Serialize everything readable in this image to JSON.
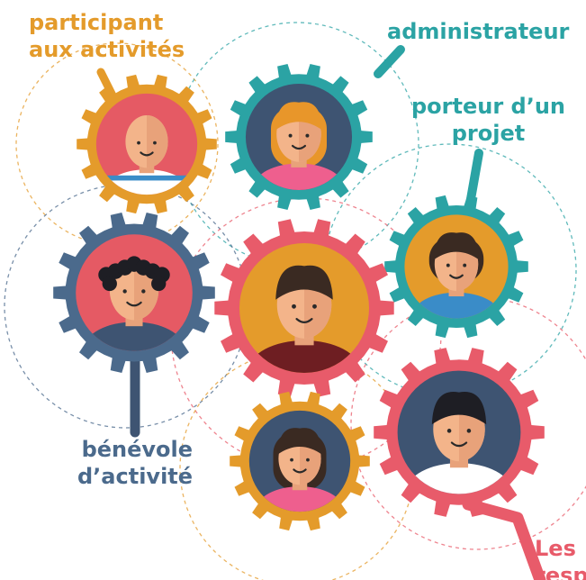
{
  "roles": [
    {
      "key": "participant",
      "lines": [
        "participant",
        "aux activités"
      ],
      "color": "#E49B2B"
    },
    {
      "key": "administrateur",
      "lines": [
        "administrateur"
      ],
      "color": "#2BA3A4"
    },
    {
      "key": "porteur",
      "lines": [
        "porteur d’un",
        "projet"
      ],
      "color": "#2BA3A4"
    },
    {
      "key": "benevole",
      "lines": [
        "bénévole",
        "d’activité"
      ],
      "color": "#4B6A8C"
    },
    {
      "key": "les",
      "lines": [
        "Les",
        "resp"
      ],
      "color": "#E85B6A"
    }
  ],
  "colors": {
    "orange": "#E49B2B",
    "teal": "#2BA3A4",
    "navy": "#4B6A8C",
    "coral": "#E85B6A",
    "dark_navy": "#3E5472"
  }
}
